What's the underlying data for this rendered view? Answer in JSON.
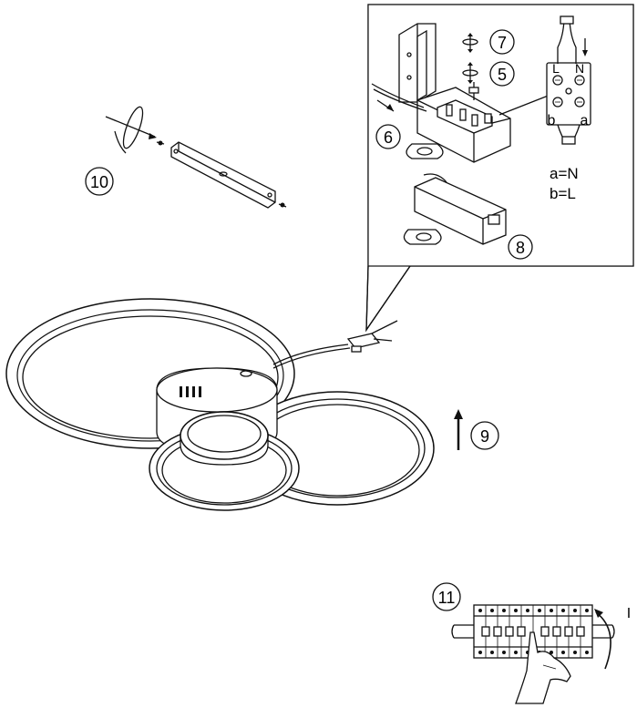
{
  "steps": {
    "step_5": "5",
    "step_6": "6",
    "step_7": "7",
    "step_8": "8",
    "step_9": "9",
    "step_10": "10",
    "step_11": "11"
  },
  "terminal_block": {
    "label_l": "L",
    "label_n": "N",
    "label_b": "b",
    "label_a": "a"
  },
  "wiring_legend": {
    "line_a": "a=N",
    "line_b": "b=L"
  },
  "breaker": {
    "state_label": "I"
  }
}
